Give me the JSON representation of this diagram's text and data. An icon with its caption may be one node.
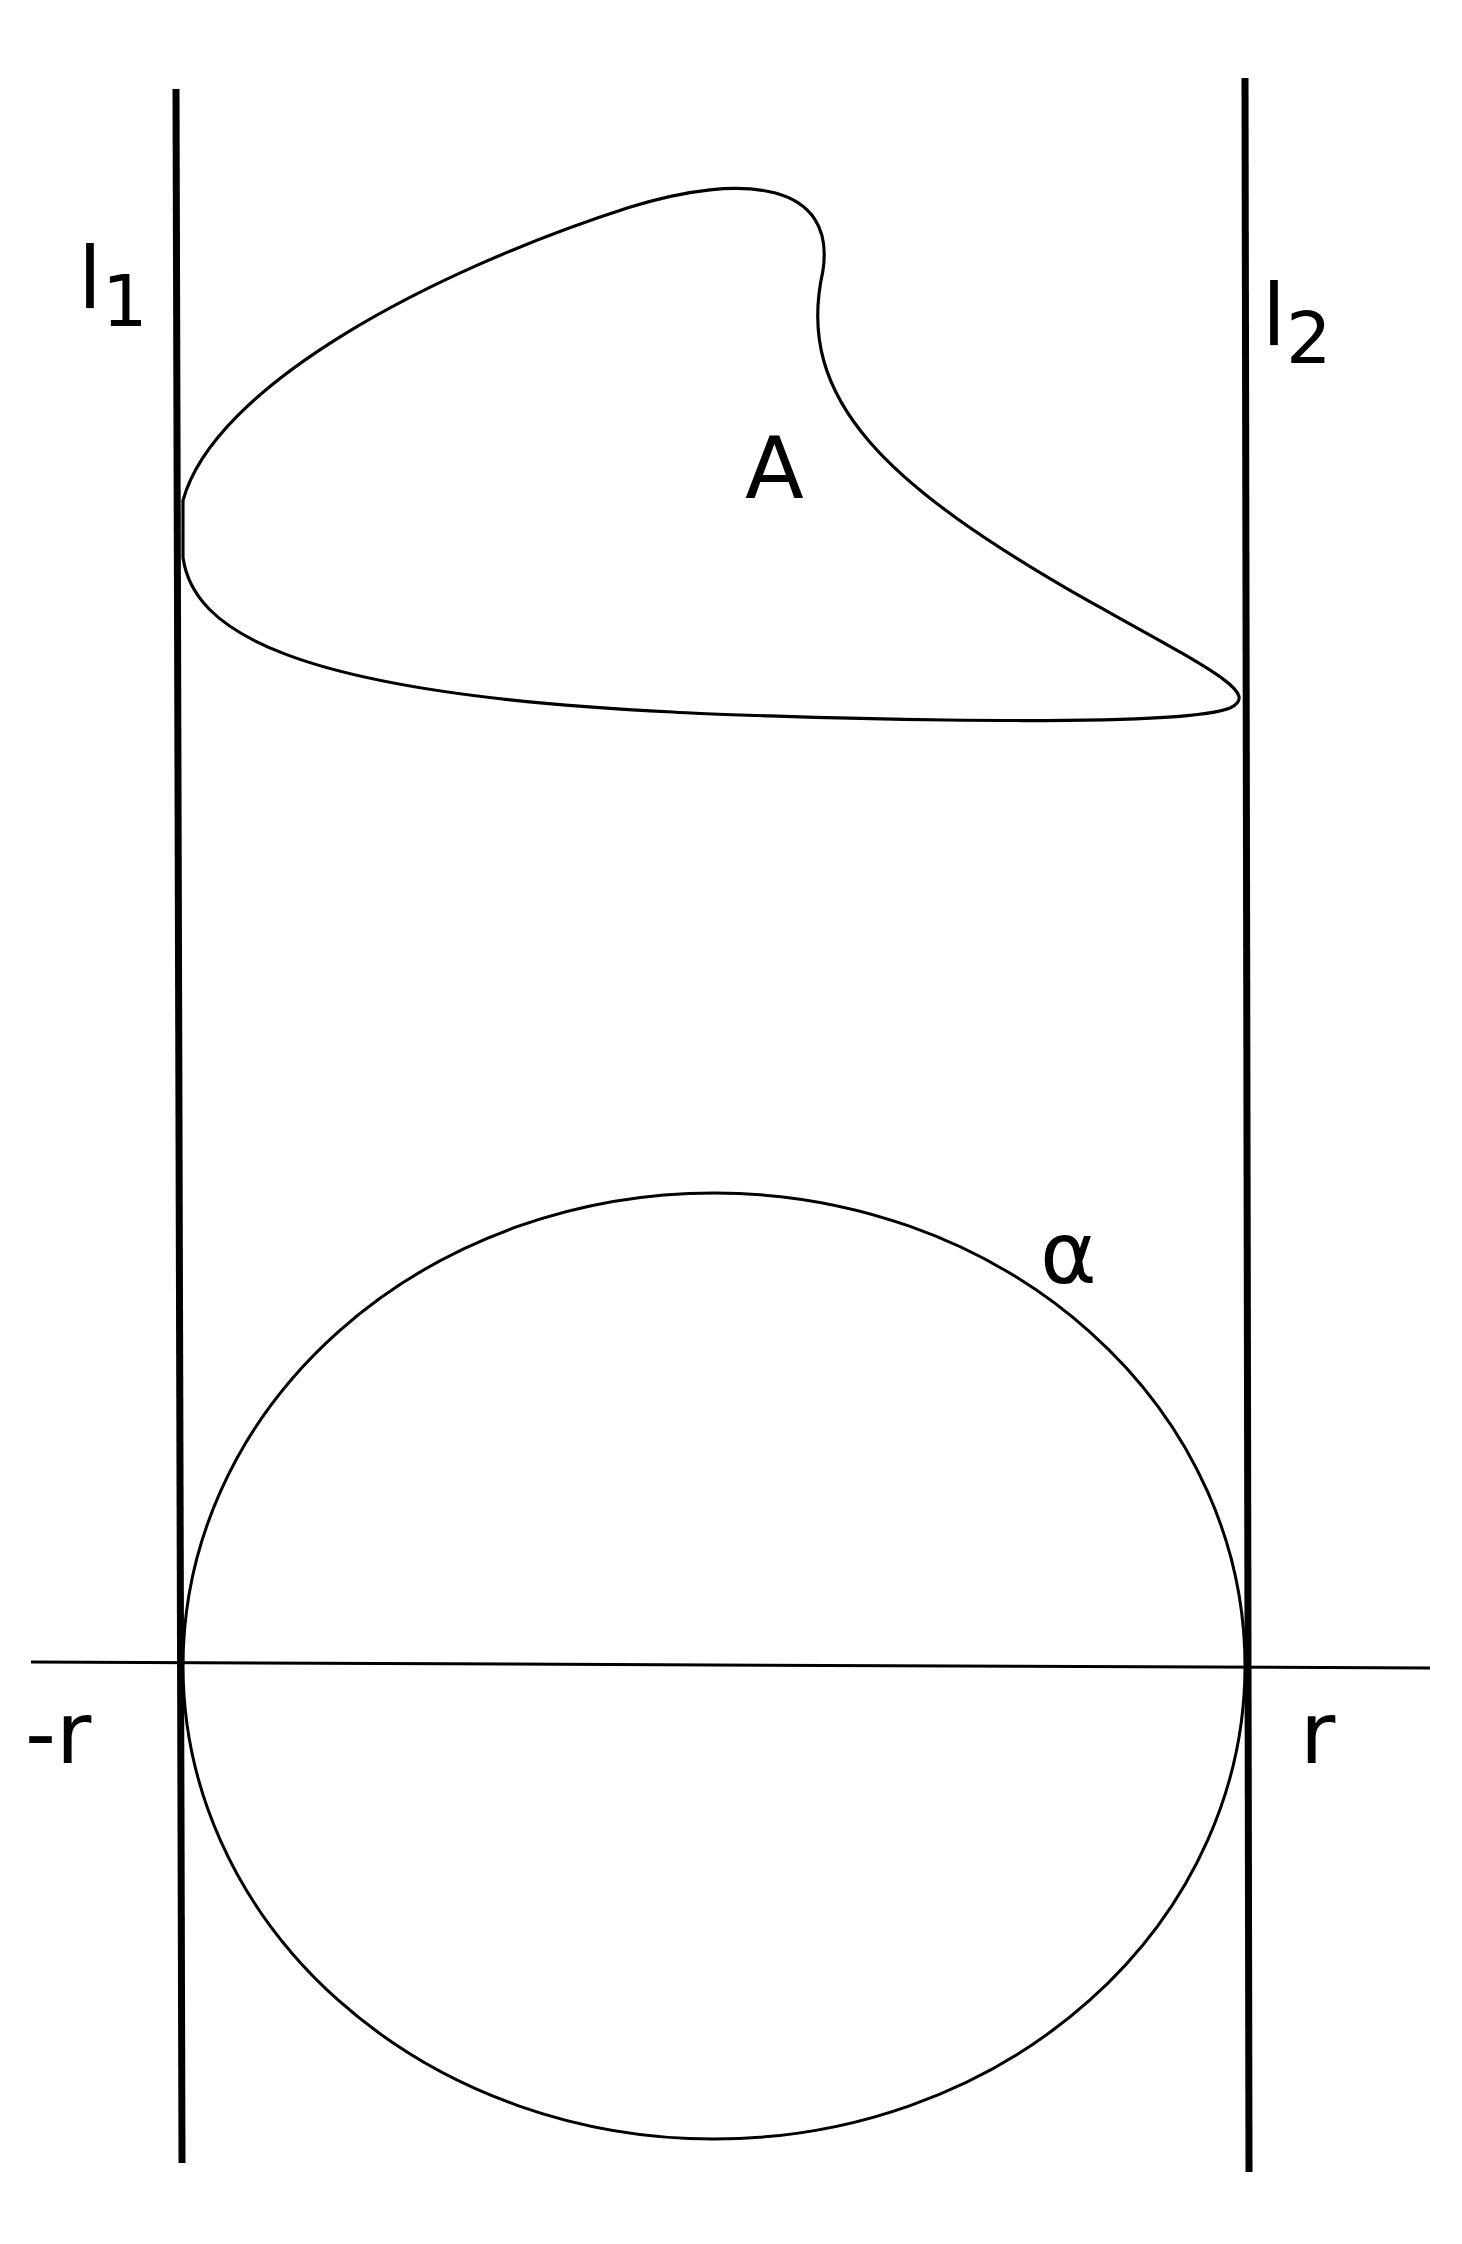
{
  "diagram": {
    "nodes": [
      {
        "text": [
          "A"
        ]
      },
      {
        "text": [
          "α"
        ]
      }
    ],
    "labels": [
      "l$_{1}$",
      "l$_{2}$",
      "-r",
      "r"
    ]
  }
}
